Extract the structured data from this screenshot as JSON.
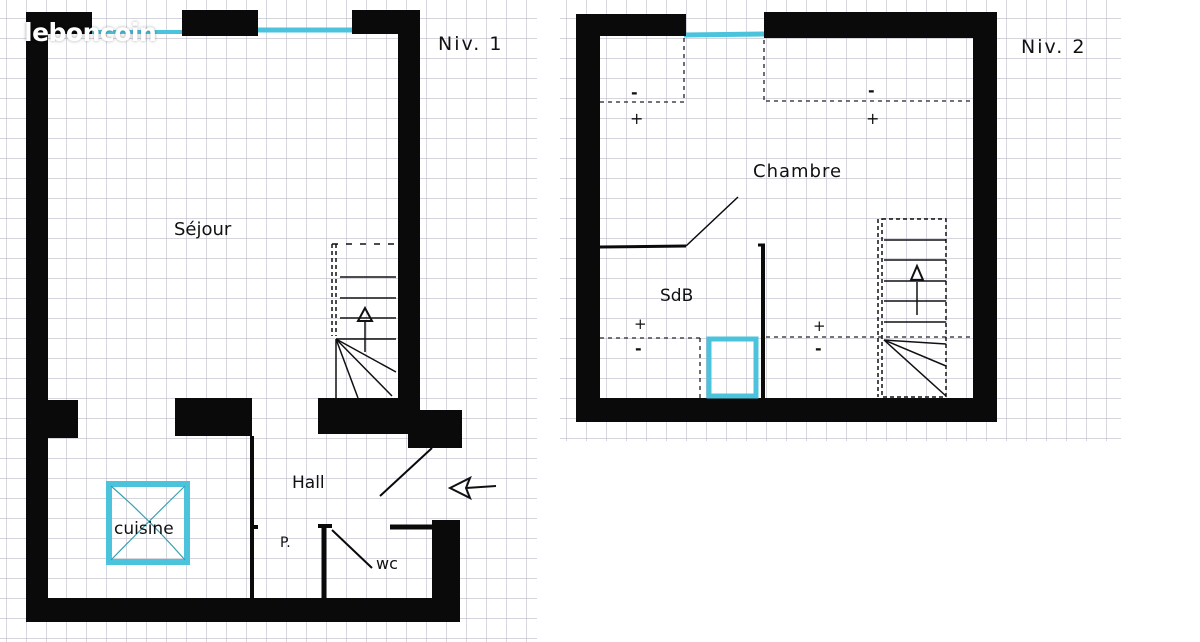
{
  "watermark": {
    "text": "leboncoin"
  },
  "colors": {
    "wall": "#0a0a0a",
    "window": "#4cc3dc",
    "grid": "#b9b9c9",
    "ink": "#111111"
  },
  "levels": [
    {
      "label": "Niv. 1",
      "rooms": [
        {
          "name": "Séjour"
        },
        {
          "name": "Cuisine"
        },
        {
          "name": "Hall"
        },
        {
          "name": "WC"
        },
        {
          "name": "P."
        }
      ],
      "symbols": [
        "entry-arrow",
        "staircase-up",
        "window",
        "skylight"
      ]
    },
    {
      "label": "Niv. 2",
      "rooms": [
        {
          "name": "Chambre"
        },
        {
          "name": "SdB"
        }
      ],
      "annotations": {
        "plus": "+",
        "minus": "-"
      },
      "symbols": [
        "staircase-up",
        "window",
        "skylight",
        "sloped-ceiling-line"
      ]
    }
  ],
  "labels": {
    "niv1": "Niv. 1",
    "niv2": "Niv. 2",
    "sejour": "Séjour",
    "cuisine": "cuisine",
    "hall": "Hall",
    "wc": "wc",
    "placard": "P.",
    "chambre": "Chambre",
    "sdb": "SdB",
    "plus": "+",
    "minus": "-"
  }
}
